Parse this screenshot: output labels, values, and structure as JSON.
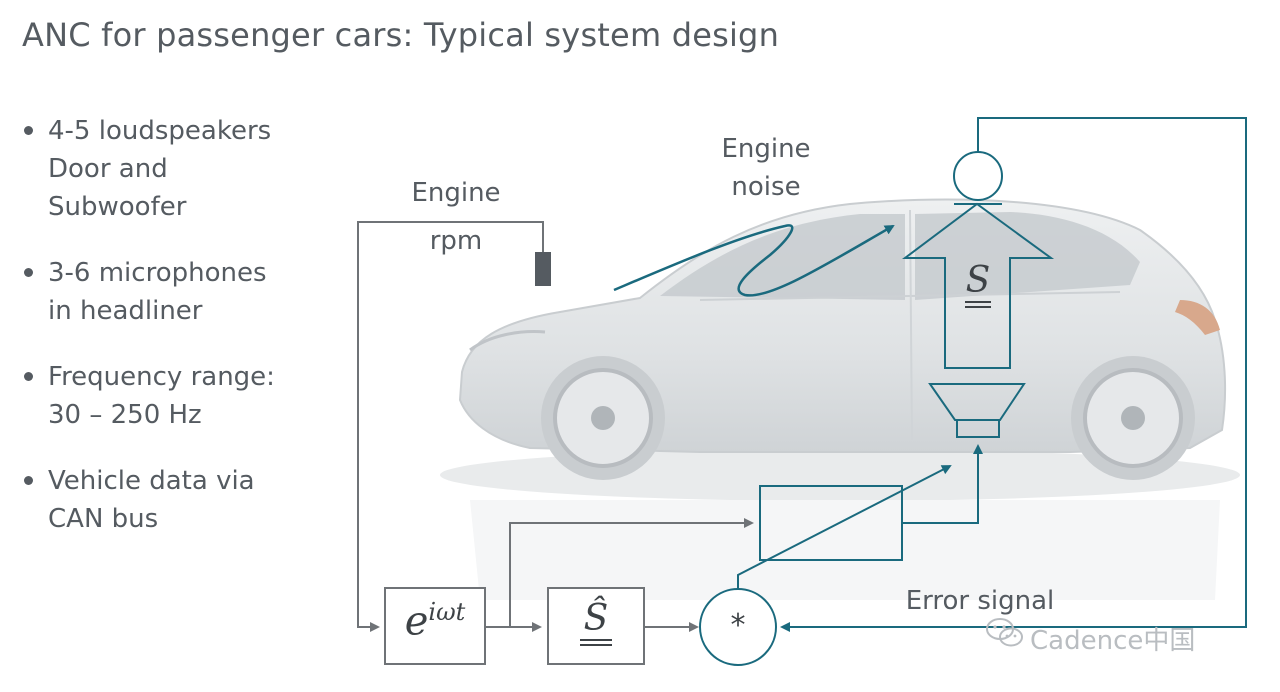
{
  "title": "ANC for passenger cars: Typical system design",
  "bullets": [
    {
      "lines": [
        "4-5 loudspeakers",
        "Door and",
        "Subwoofer"
      ]
    },
    {
      "lines": [
        "3-6 microphones",
        "in headliner"
      ]
    },
    {
      "lines": [
        "Frequency range:",
        "30 – 250 Hz"
      ]
    },
    {
      "lines": [
        "Vehicle data via",
        "CAN bus"
      ]
    }
  ],
  "labels": {
    "engine_rpm_1": "Engine",
    "engine_rpm_2": "rpm",
    "engine_noise_1": "Engine",
    "engine_noise_2": "noise",
    "error_signal": "Error signal",
    "s_path": "S",
    "s_hat": "Ŝ",
    "exp_base": "e",
    "exp_power": "iωt",
    "multiplier": "*"
  },
  "watermark": "Cadence中国",
  "colors": {
    "text": "#555b61",
    "teal": "#1a6a7e",
    "gray_line": "#6f7377",
    "car": "#d9dcde"
  }
}
